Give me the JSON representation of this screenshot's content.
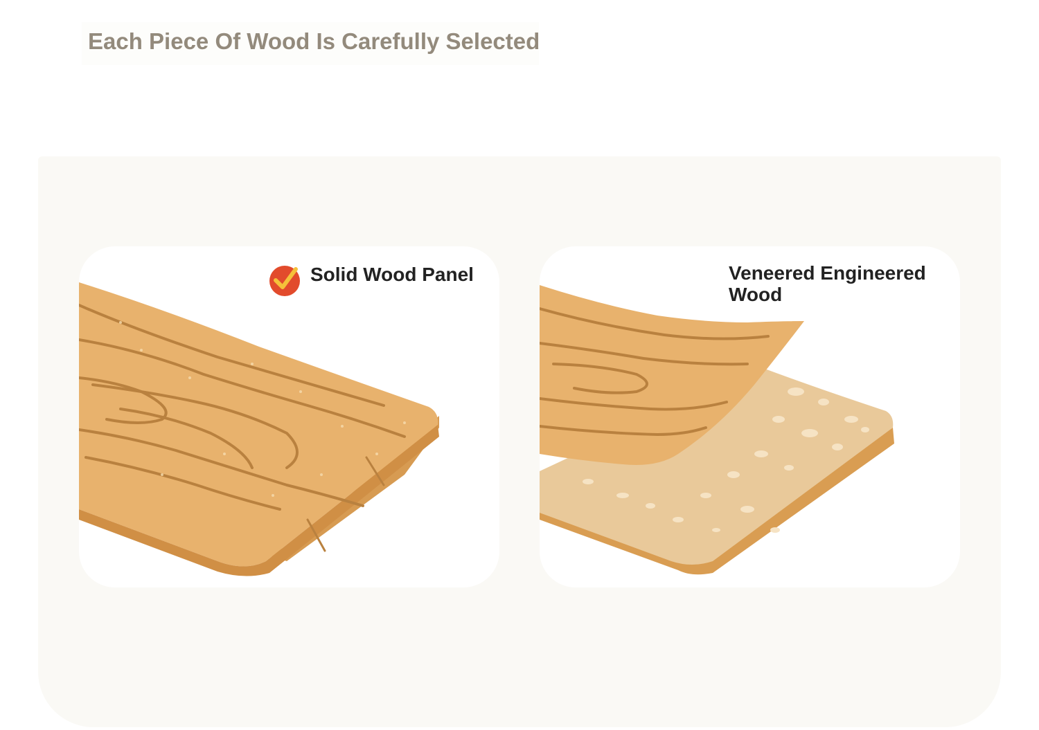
{
  "header": {
    "title": "Each Piece Of Wood Is Carefully Selected"
  },
  "cards": [
    {
      "label": "Solid Wood Panel",
      "icon": "check-badge-icon",
      "selected": true
    },
    {
      "label": "Veneered Engineered Wood",
      "selected": false
    }
  ],
  "colors": {
    "heading": "#938a7c",
    "panel_background": "#faf9f5",
    "wood_top": "#e8b26d",
    "wood_edge": "#d99d52",
    "wood_grain": "#b9813f",
    "particle_board": "#e9c99a",
    "check_badge": "#e24b2c",
    "check_mark": "#f5c13a"
  }
}
